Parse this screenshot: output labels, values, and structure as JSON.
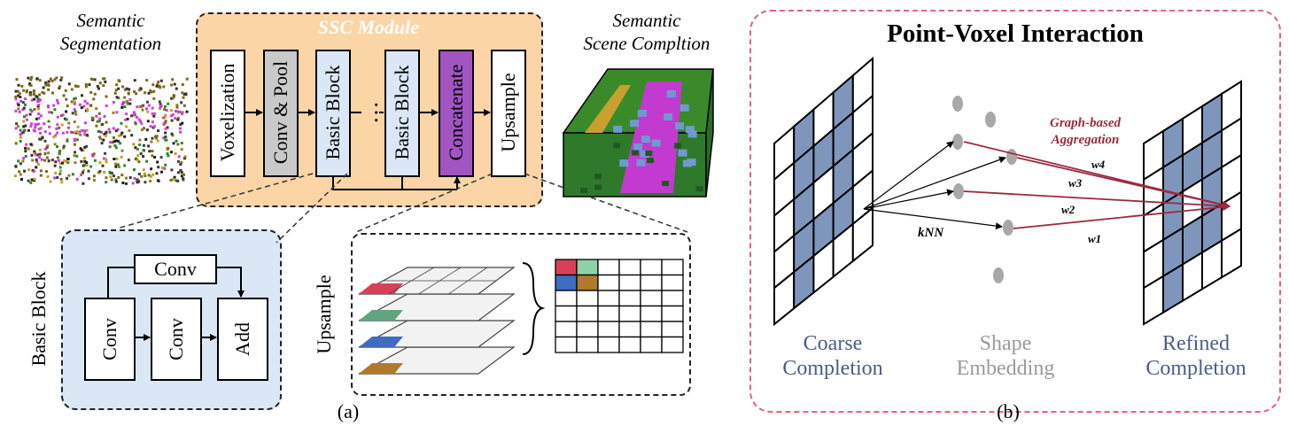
{
  "panel_a": {
    "semantic_segmentation_title": [
      "Semantic",
      "Segmentation"
    ],
    "module_title": "SSC Module",
    "scene_completion_title": [
      "Semantic",
      "Scene Compltion"
    ],
    "blocks": [
      "Voxelization",
      "Conv & Pool",
      "Basic Block",
      "Basic Block",
      "Concatenate",
      "Upsample"
    ],
    "ellipsis": "…",
    "basic_block_label": "Basic Block",
    "basic_block_conv_top": "Conv",
    "basic_block_conv_1": "Conv",
    "basic_block_conv_2": "Conv",
    "basic_block_add": "Add",
    "upsample_label": "Upsample",
    "caption": "(a)"
  },
  "panel_b": {
    "title": "Point-Voxel Interaction",
    "aggregation_label": [
      "Graph-based",
      "Aggregation"
    ],
    "knn_label": "kNN",
    "weights": [
      "w4",
      "w3",
      "w2",
      "w1"
    ],
    "coarse_label": [
      "Coarse",
      "Completion"
    ],
    "shape_label": [
      "Shape",
      "Embedding"
    ],
    "refined_label": [
      "Refined",
      "Completion"
    ],
    "caption": "(b)"
  },
  "colors": {
    "module_fill": "#fbd5a6",
    "module_title": "#ffffff",
    "conv_pool_fill": "#c9c9c9",
    "basic_block_fill": "#dbe7f6",
    "concatenate_fill": "#a055c3",
    "basic_block_panel_fill": "#dce7f6",
    "grid_blue": "#7f96bc",
    "text_blue": "#4a5d8a",
    "text_gray": "#9a9a9a",
    "aggregation_red": "#9b2a3f",
    "panel_b_border": "#e0667a",
    "upsample_red": "#d94057",
    "upsample_green": "#5fa67f",
    "upsample_blue": "#3f6bc0",
    "upsample_brown": "#b07a2a",
    "upsample_mint": "#8fd1a8"
  }
}
